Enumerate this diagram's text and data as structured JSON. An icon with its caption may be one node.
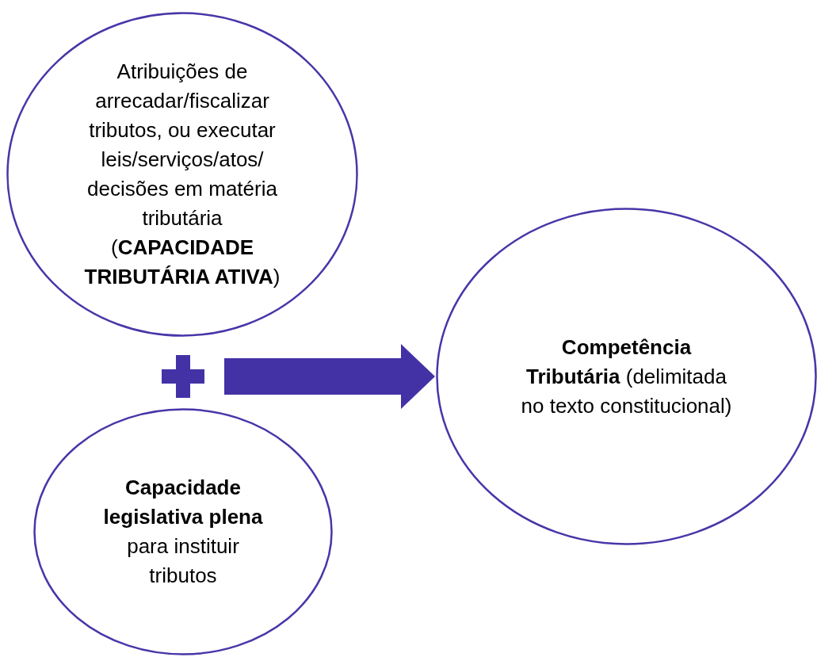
{
  "diagram": {
    "nodes": [
      {
        "text": [
          "Atribuições de arrecadar/fiscalizar tributos, ou executar leis/serviços/atos/ decisões em matéria tributária (**CAPACIDADE TRIBUTÁRIA ATIVA**)"
        ]
      },
      {
        "text": [
          "**Capacidade legislativa plena** para instituir tributos"
        ]
      },
      {
        "text": [
          "**Competência Tributária** (delimitada no texto constitucional)"
        ]
      }
    ],
    "edges": [
      {
        "from": null,
        "to": 2,
        "arrow": "to"
      }
    ]
  }
}
